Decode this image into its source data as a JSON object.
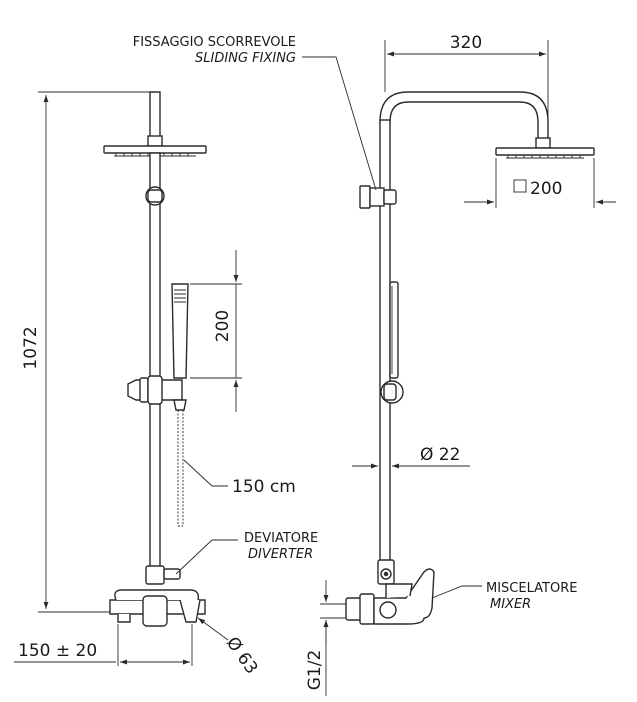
{
  "labels": {
    "height_total": "1072",
    "hand_shower_length": "200",
    "hose_length": "150 cm",
    "diverter_it": "DEVIATORE",
    "diverter_en": "DIVERTER",
    "centres": "150 ± 20",
    "flange_diameter": "Ø 63",
    "sliding_fixing_it": "FISSAGGIO SCORREVOLE",
    "sliding_fixing_en": "SLIDING FIXING",
    "arm_reach": "320",
    "head_size": "200",
    "pipe_diameter": "Ø 22",
    "mixer_it": "MISCELATORE",
    "mixer_en": "MIXER",
    "thread": "G1/2"
  },
  "colors": {
    "line": "#2b2b2b",
    "background": "#ffffff"
  }
}
